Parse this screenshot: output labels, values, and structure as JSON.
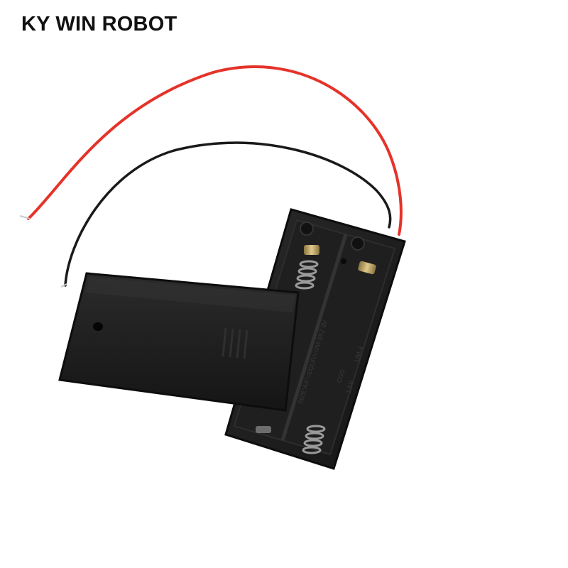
{
  "brand": {
    "text": "KY WIN ROBOT"
  },
  "colors": {
    "background": "#ffffff",
    "red_wire": "#e5332a",
    "black_wire": "#1a1a1a",
    "case": "#1b1b1b",
    "contact_metal": "#b79a5a",
    "spring": "#9a9a9a"
  },
  "case_markings": {
    "size_line": "SIZE\"AA\"=EQUIV=UM-3X2 3V",
    "cell_voltage": "1.5V",
    "cell_type": "UM-3",
    "code": "CGS"
  }
}
